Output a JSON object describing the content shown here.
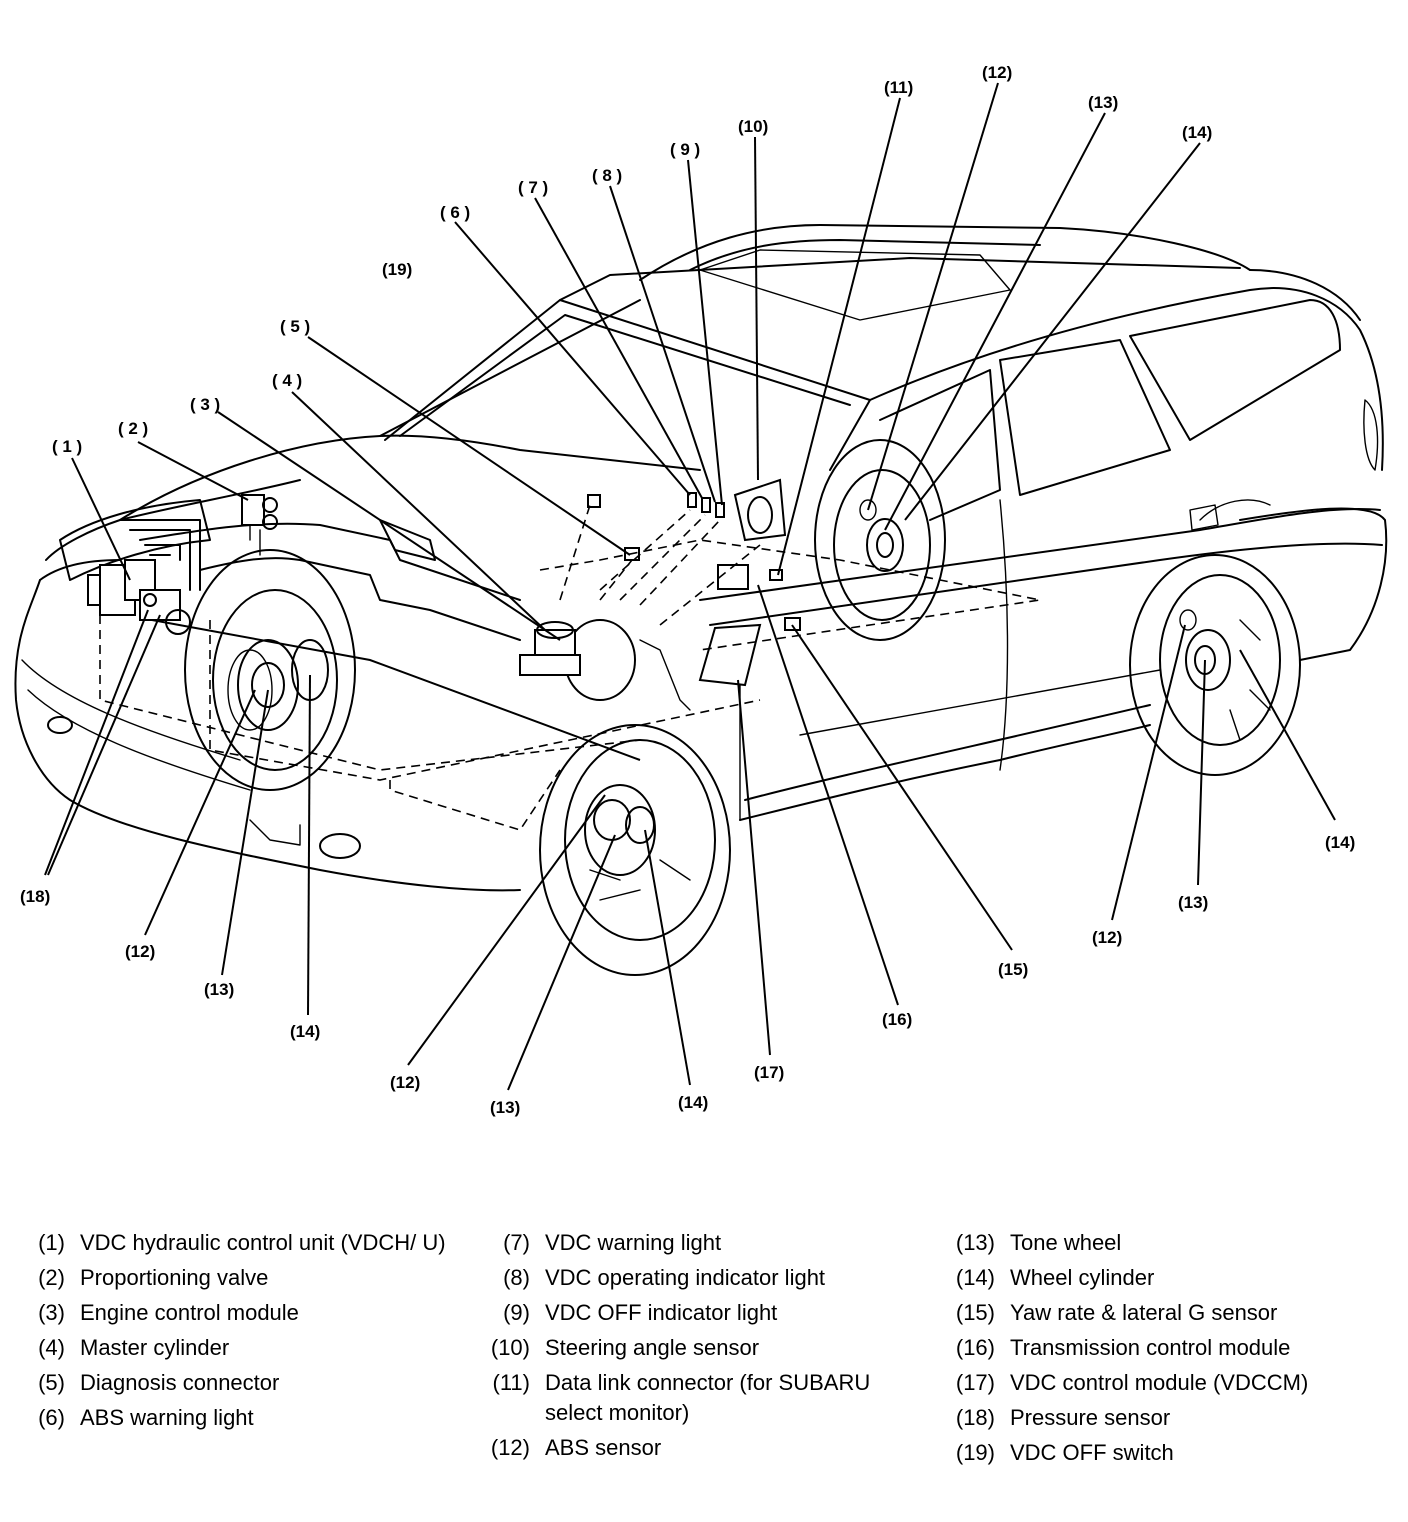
{
  "callouts": {
    "c1": "( 1 )",
    "c2": "( 2 )",
    "c3": "( 3 )",
    "c4": "( 4 )",
    "c5": "( 5 )",
    "c6": "( 6 )",
    "c7": "( 7 )",
    "c8": "( 8 )",
    "c9": "( 9 )",
    "c10": "(10)",
    "c11": "(11)",
    "c12": "(12)",
    "c13": "(13)",
    "c14": "(14)",
    "c15": "(15)",
    "c16": "(16)",
    "c17": "(17)",
    "c18": "(18)",
    "c19": "(19)"
  },
  "legend": [
    {
      "num": "(1)",
      "text": "VDC hydraulic control unit (VDCH/ U)"
    },
    {
      "num": "(2)",
      "text": "Proportioning valve"
    },
    {
      "num": "(3)",
      "text": "Engine control module"
    },
    {
      "num": "(4)",
      "text": "Master cylinder"
    },
    {
      "num": "(5)",
      "text": "Diagnosis connector"
    },
    {
      "num": "(6)",
      "text": "ABS warning light"
    },
    {
      "num": "(7)",
      "text": "VDC warning light"
    },
    {
      "num": "(8)",
      "text": "VDC operating indicator light"
    },
    {
      "num": "(9)",
      "text": "VDC OFF indicator light"
    },
    {
      "num": "(10)",
      "text": "Steering angle sensor"
    },
    {
      "num": "(11)",
      "text": "Data link connector (for SUBARU select monitor)"
    },
    {
      "num": "(12)",
      "text": "ABS sensor"
    },
    {
      "num": "(13)",
      "text": "Tone wheel"
    },
    {
      "num": "(14)",
      "text": "Wheel cylinder"
    },
    {
      "num": "(15)",
      "text": "Yaw rate & lateral G sensor"
    },
    {
      "num": "(16)",
      "text": "Transmission control module"
    },
    {
      "num": "(17)",
      "text": "VDC control module (VDCCM)"
    },
    {
      "num": "(18)",
      "text": "Pressure sensor"
    },
    {
      "num": "(19)",
      "text": "VDC OFF switch"
    }
  ]
}
